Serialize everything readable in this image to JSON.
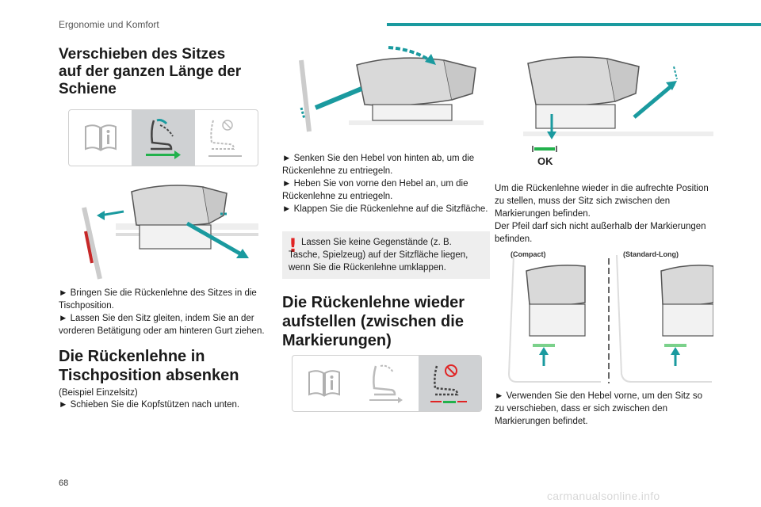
{
  "header": {
    "section": "Ergonomie und Komfort",
    "page_number": "68"
  },
  "watermark": "carmanualsonline.info",
  "col1": {
    "heading1": "Verschieben des Sitzes auf der ganzen Länge der Schiene",
    "bullets1": [
      "► Bringen Sie die Rückenlehne des Sitzes in die Tischposition.",
      "► Lassen Sie den Sitz gleiten, indem Sie an der vorderen Betätigung oder am hinteren Gurt ziehen."
    ],
    "heading2": "Die Rückenlehne in Tischposition absenken",
    "example": "(Beispiel Einzelsitz)",
    "bullet2": "► Schieben Sie die Kopfstützen nach unten."
  },
  "col2": {
    "bullets": [
      "► Senken Sie den Hebel von hinten ab, um die Rückenlehne zu entriegeln.",
      "► Heben Sie von vorne den Hebel an, um die Rückenlehne zu entriegeln.",
      "► Klappen Sie die Rückenlehne auf die Sitzfläche."
    ],
    "warning": "Lassen Sie keine Gegenstände (z. B. Tasche, Spielzeug) auf der Sitzfläche liegen, wenn Sie die Rückenlehne umklappen.",
    "heading3": "Die Rückenlehne wieder aufstellen (zwischen die Markierungen)"
  },
  "col3": {
    "ok_label": "OK",
    "para1": "Um die Rückenlehne wieder in die aufrechte Position zu stellen, muss der Sitz sich zwischen den Markierungen befinden.",
    "para2": "Der Pfeil darf sich nicht außerhalb der Markierungen befinden.",
    "tag_compact": "(Compact)",
    "tag_standard": "(Standard-Long)",
    "bullet": "► Verwenden Sie den Hebel vorne, um den Sitz so zu verschieben, dass er sich zwischen den Markierungen befindet."
  },
  "colors": {
    "accent": "#1a9a9f",
    "green": "#22b14c",
    "warning_red": "#e02424"
  }
}
